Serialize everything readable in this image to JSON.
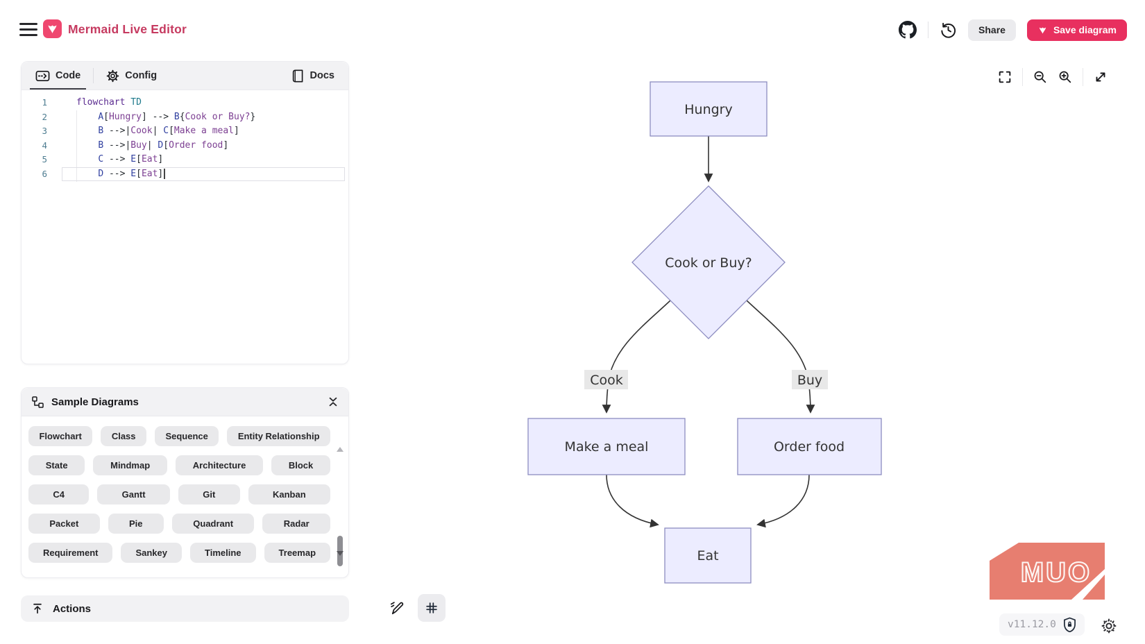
{
  "header": {
    "title": "Mermaid Live Editor",
    "share": "Share",
    "save": "Save diagram"
  },
  "tabs": {
    "code": "Code",
    "config": "Config",
    "docs": "Docs"
  },
  "editor": {
    "lines": [
      {
        "n": "1",
        "segs": [
          "flowchart ",
          "TD"
        ]
      },
      {
        "n": "2",
        "segs": [
          "    ",
          "A",
          "[",
          "Hungry",
          "]",
          " ",
          "-->",
          " ",
          "B",
          "{",
          "Cook or Buy?",
          "}"
        ]
      },
      {
        "n": "3",
        "segs": [
          "    ",
          "B",
          " ",
          "-->",
          "|",
          "Cook",
          "|",
          " ",
          "C",
          "[",
          "Make a meal",
          "]"
        ]
      },
      {
        "n": "4",
        "segs": [
          "    ",
          "B",
          " ",
          "-->",
          "|",
          "Buy",
          "|",
          " ",
          "D",
          "[",
          "Order food",
          "]"
        ]
      },
      {
        "n": "5",
        "segs": [
          "    ",
          "C",
          " ",
          "-->",
          " ",
          "E",
          "[",
          "Eat",
          "]"
        ]
      },
      {
        "n": "6",
        "segs": [
          "    ",
          "D",
          " ",
          "-->",
          " ",
          "E",
          "[",
          "Eat",
          "]"
        ]
      }
    ]
  },
  "samples": {
    "title": "Sample Diagrams",
    "items": [
      "Flowchart",
      "Class",
      "Sequence",
      "Entity Relationship",
      "State",
      "Mindmap",
      "Architecture",
      "Block",
      "C4",
      "Gantt",
      "Git",
      "Kanban",
      "Packet",
      "Pie",
      "Quadrant",
      "Radar",
      "Requirement",
      "Sankey",
      "Timeline",
      "Treemap"
    ]
  },
  "actions": {
    "label": "Actions"
  },
  "diagram": {
    "nodes": {
      "a": "Hungry",
      "b": "Cook or Buy?",
      "c": "Make a meal",
      "d": "Order food",
      "e": "Eat"
    },
    "edge_labels": {
      "cook": "Cook",
      "buy": "Buy"
    },
    "colors": {
      "node_fill": "#ECECFF",
      "node_border": "#8c8cc0",
      "edge": "#333333",
      "edge_label_bg": "#e8e8e8",
      "accent": "#e8305f"
    }
  },
  "footer": {
    "version": "v11.12.0",
    "watermark": "MUO"
  }
}
